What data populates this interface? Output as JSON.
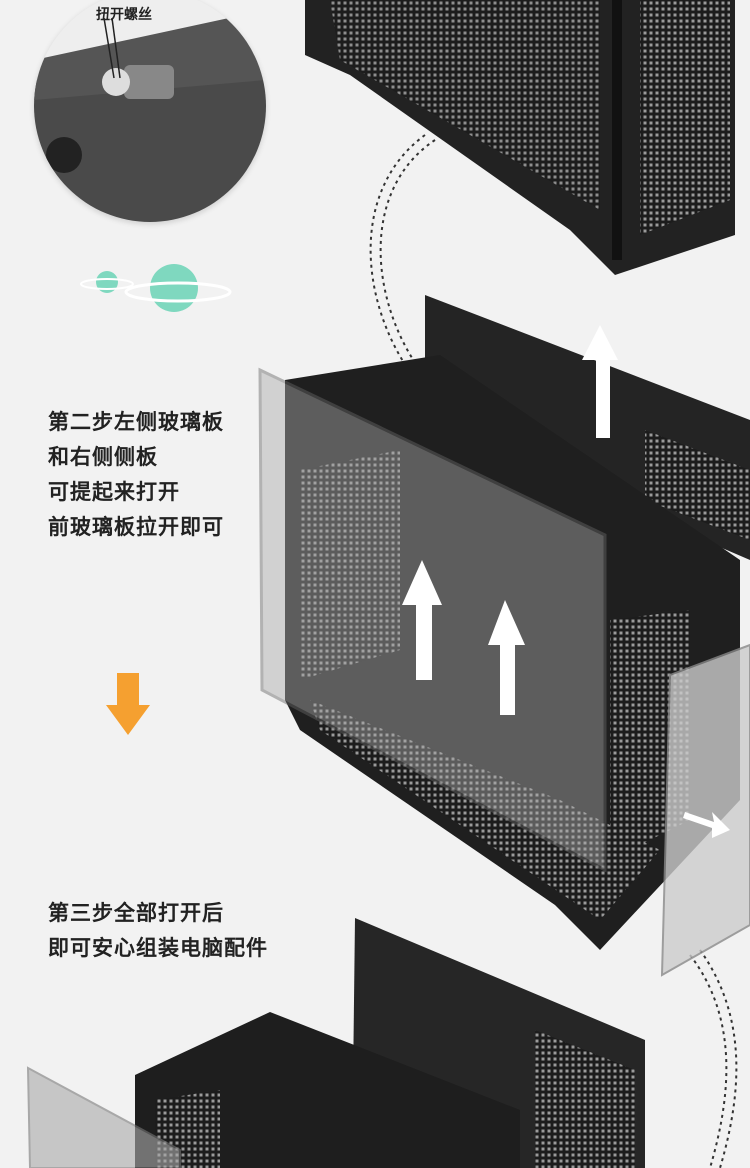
{
  "callout": {
    "label": "扭开螺丝"
  },
  "step2": {
    "lines": [
      "第二步左侧玻璃板",
      "和右侧侧板",
      "可提起来打开",
      "前玻璃板拉开即可"
    ]
  },
  "step3": {
    "lines": [
      "第三步全部打开后",
      "即可安心组装电脑配件"
    ]
  },
  "colors": {
    "accent_arrow": "#f5a030",
    "planet": "#7fd8bf",
    "case": "#1e1e1e"
  }
}
